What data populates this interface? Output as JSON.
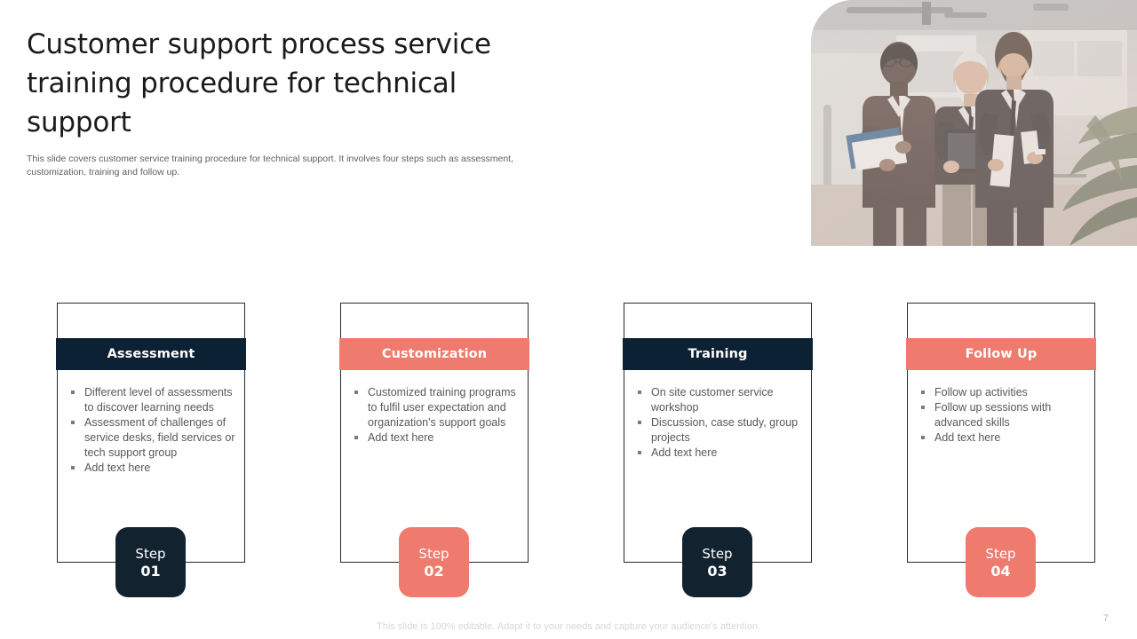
{
  "slide": {
    "title": "Customer support process service training procedure for technical support",
    "subtitle": "This slide covers customer service training procedure for technical support. It involves four steps such as assessment, customization, training and follow up.",
    "footer_note": "This slide is 100% editable. Adapt it to your needs and capture your audience's attention.",
    "page_number": "7"
  },
  "image": {
    "alt": "business-team-reviewing-documents-photo"
  },
  "colors": {
    "navy": "#0c2133",
    "coral": "#ee7b6e",
    "body_text": "#58585a",
    "title_text": "#1b1b1b"
  },
  "cards": [
    {
      "title": "Assessment",
      "theme": "navy",
      "bullets": [
        "Different level of assessments to discover learning needs",
        "Assessment of challenges of service desks, field services or tech support group",
        "Add text here"
      ],
      "step_word": "Step",
      "step_number": "01"
    },
    {
      "title": "Customization",
      "theme": "coral",
      "bullets": [
        "Customized training programs to fulfil user expectation and organization's support goals",
        "Add text here"
      ],
      "step_word": "Step",
      "step_number": "02"
    },
    {
      "title": "Training",
      "theme": "navy",
      "bullets": [
        "On site customer service workshop",
        "Discussion, case study, group projects",
        "Add text here"
      ],
      "step_word": "Step",
      "step_number": "03"
    },
    {
      "title": "Follow Up",
      "theme": "coral",
      "bullets": [
        "Follow up activities",
        "Follow up sessions with advanced skills",
        "Add text here"
      ],
      "step_word": "Step",
      "step_number": "04"
    }
  ]
}
